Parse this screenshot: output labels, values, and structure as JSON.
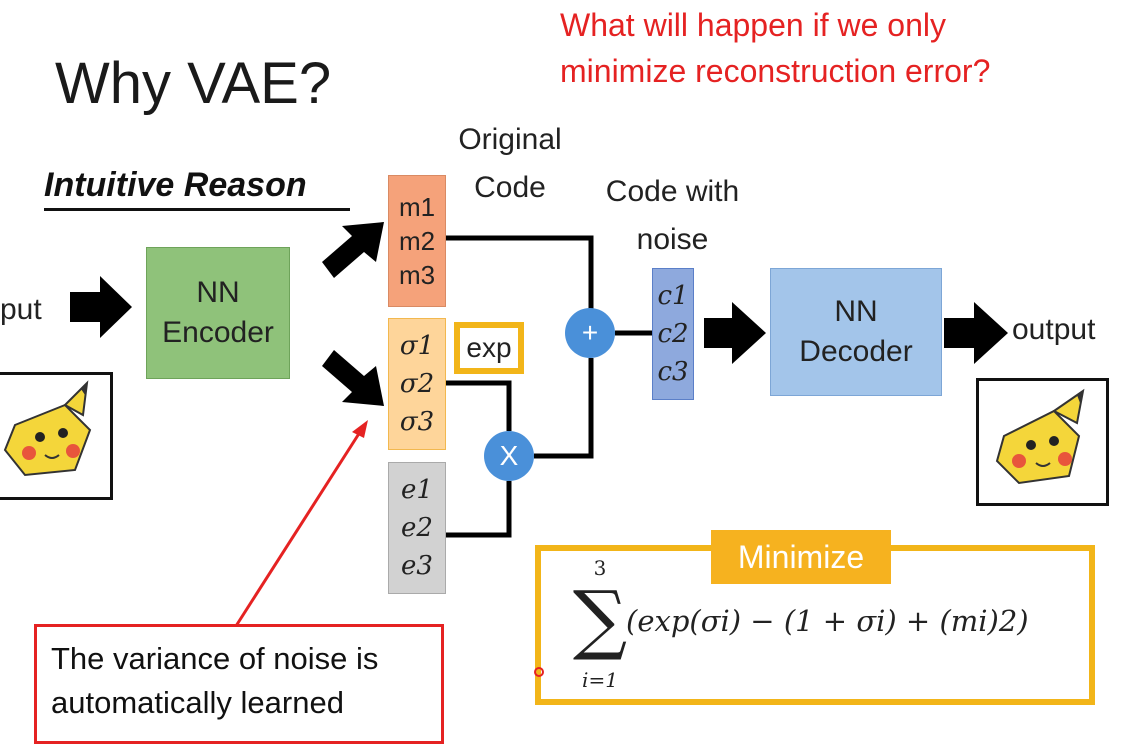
{
  "slide": {
    "title": "Why VAE?",
    "question": [
      "What will happen if we only",
      "minimize reconstruction error?"
    ],
    "subtitle": "Intuitive Reason"
  },
  "labels": {
    "input": "put",
    "output": "output",
    "original_code": [
      "Original",
      "Code"
    ],
    "code_with_noise": [
      "Code with",
      "noise"
    ]
  },
  "encoder": [
    "NN",
    "Encoder"
  ],
  "decoder": [
    "NN",
    "Decoder"
  ],
  "m_vector": [
    "m1",
    "m2",
    "m3"
  ],
  "sigma_vector": [
    "σ1",
    "σ2",
    "σ3"
  ],
  "e_vector": [
    "e1",
    "e2",
    "e3"
  ],
  "c_vector": [
    "c1",
    "c2",
    "c3"
  ],
  "ops": {
    "exp": "exp",
    "plus": "+",
    "times": "X"
  },
  "note": [
    "The variance of noise is",
    "automatically learned"
  ],
  "minimize": {
    "tag": "Minimize",
    "sum_upper": "3",
    "sum_lower": "i=1",
    "expression": "(exp(σi) − (1 + σi) + (mi)2)"
  },
  "images": {
    "input_image": "pikachu-icon",
    "output_image": "pikachu-icon"
  },
  "colors": {
    "question_red": "#e52222",
    "encoder_green": "#8fc27a",
    "decoder_blue": "#a3c5ea",
    "m_orange": "#f5a27a",
    "sigma_yellow": "#fed59a",
    "e_gray": "#d2d2d2",
    "c_blue": "#8ea9dd",
    "minimize_gold": "#f2b519",
    "op_circle_blue": "#4a90d9"
  }
}
